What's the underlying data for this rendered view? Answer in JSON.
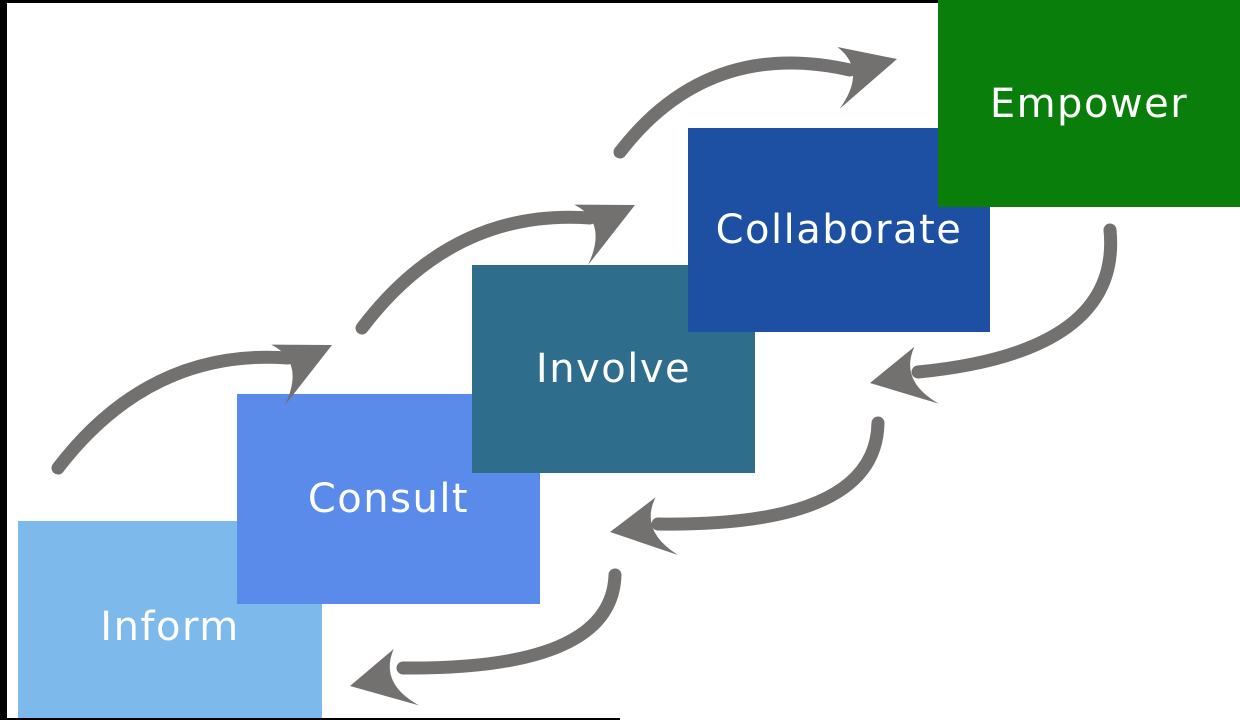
{
  "diagram": {
    "background": "#ffffff",
    "edge_border_color": "#000000",
    "arrow_color": "#737070",
    "steps": [
      {
        "label": "Inform",
        "color": "#7db9ea"
      },
      {
        "label": "Consult",
        "color": "#5a8bea"
      },
      {
        "label": "Involve",
        "color": "#2e6d8c"
      },
      {
        "label": "Collaborate",
        "color": "#1d4fa3"
      },
      {
        "label": "Empower",
        "color": "#0a7e0a"
      }
    ]
  }
}
